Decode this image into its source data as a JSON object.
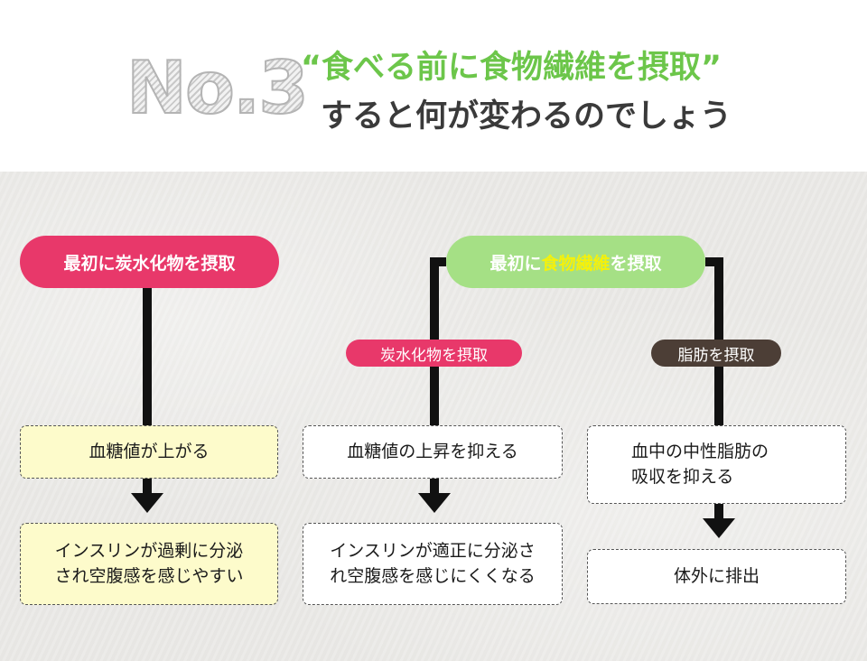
{
  "header": {
    "no_label": "No.3",
    "title_line1": "“食べる前に食物繊維を摂取”",
    "title_line2": "すると何が変わるのでしょう"
  },
  "left_flow": {
    "start": "最初に炭水化物を摂取",
    "step1": "血糖値が上がる",
    "step2_line1": "インスリンが過剰に分泌",
    "step2_line2": "され空腹感を感じやすい"
  },
  "right_flow": {
    "start_prefix": "最初に",
    "start_highlight": "食物繊維",
    "start_suffix": "を摂取",
    "branch_carb": {
      "label": "炭水化物を摂取",
      "step1": "血糖値の上昇を抑える",
      "step2_line1": "インスリンが適正に分泌さ",
      "step2_line2": "れ空腹感を感じにくくなる"
    },
    "branch_fat": {
      "label": "脂肪を摂取",
      "step1_line1": "血中の中性脂肪の",
      "step1_line2": "吸収を抑える",
      "step2": "体外に排出"
    }
  },
  "colors": {
    "accent_pink": "#e8386a",
    "accent_green": "#a5e085",
    "title_green": "#6cc64a",
    "highlight_yellow": "#f5f10a",
    "fat_brown": "#4c3e36",
    "box_yellow": "#fdfbcb"
  }
}
